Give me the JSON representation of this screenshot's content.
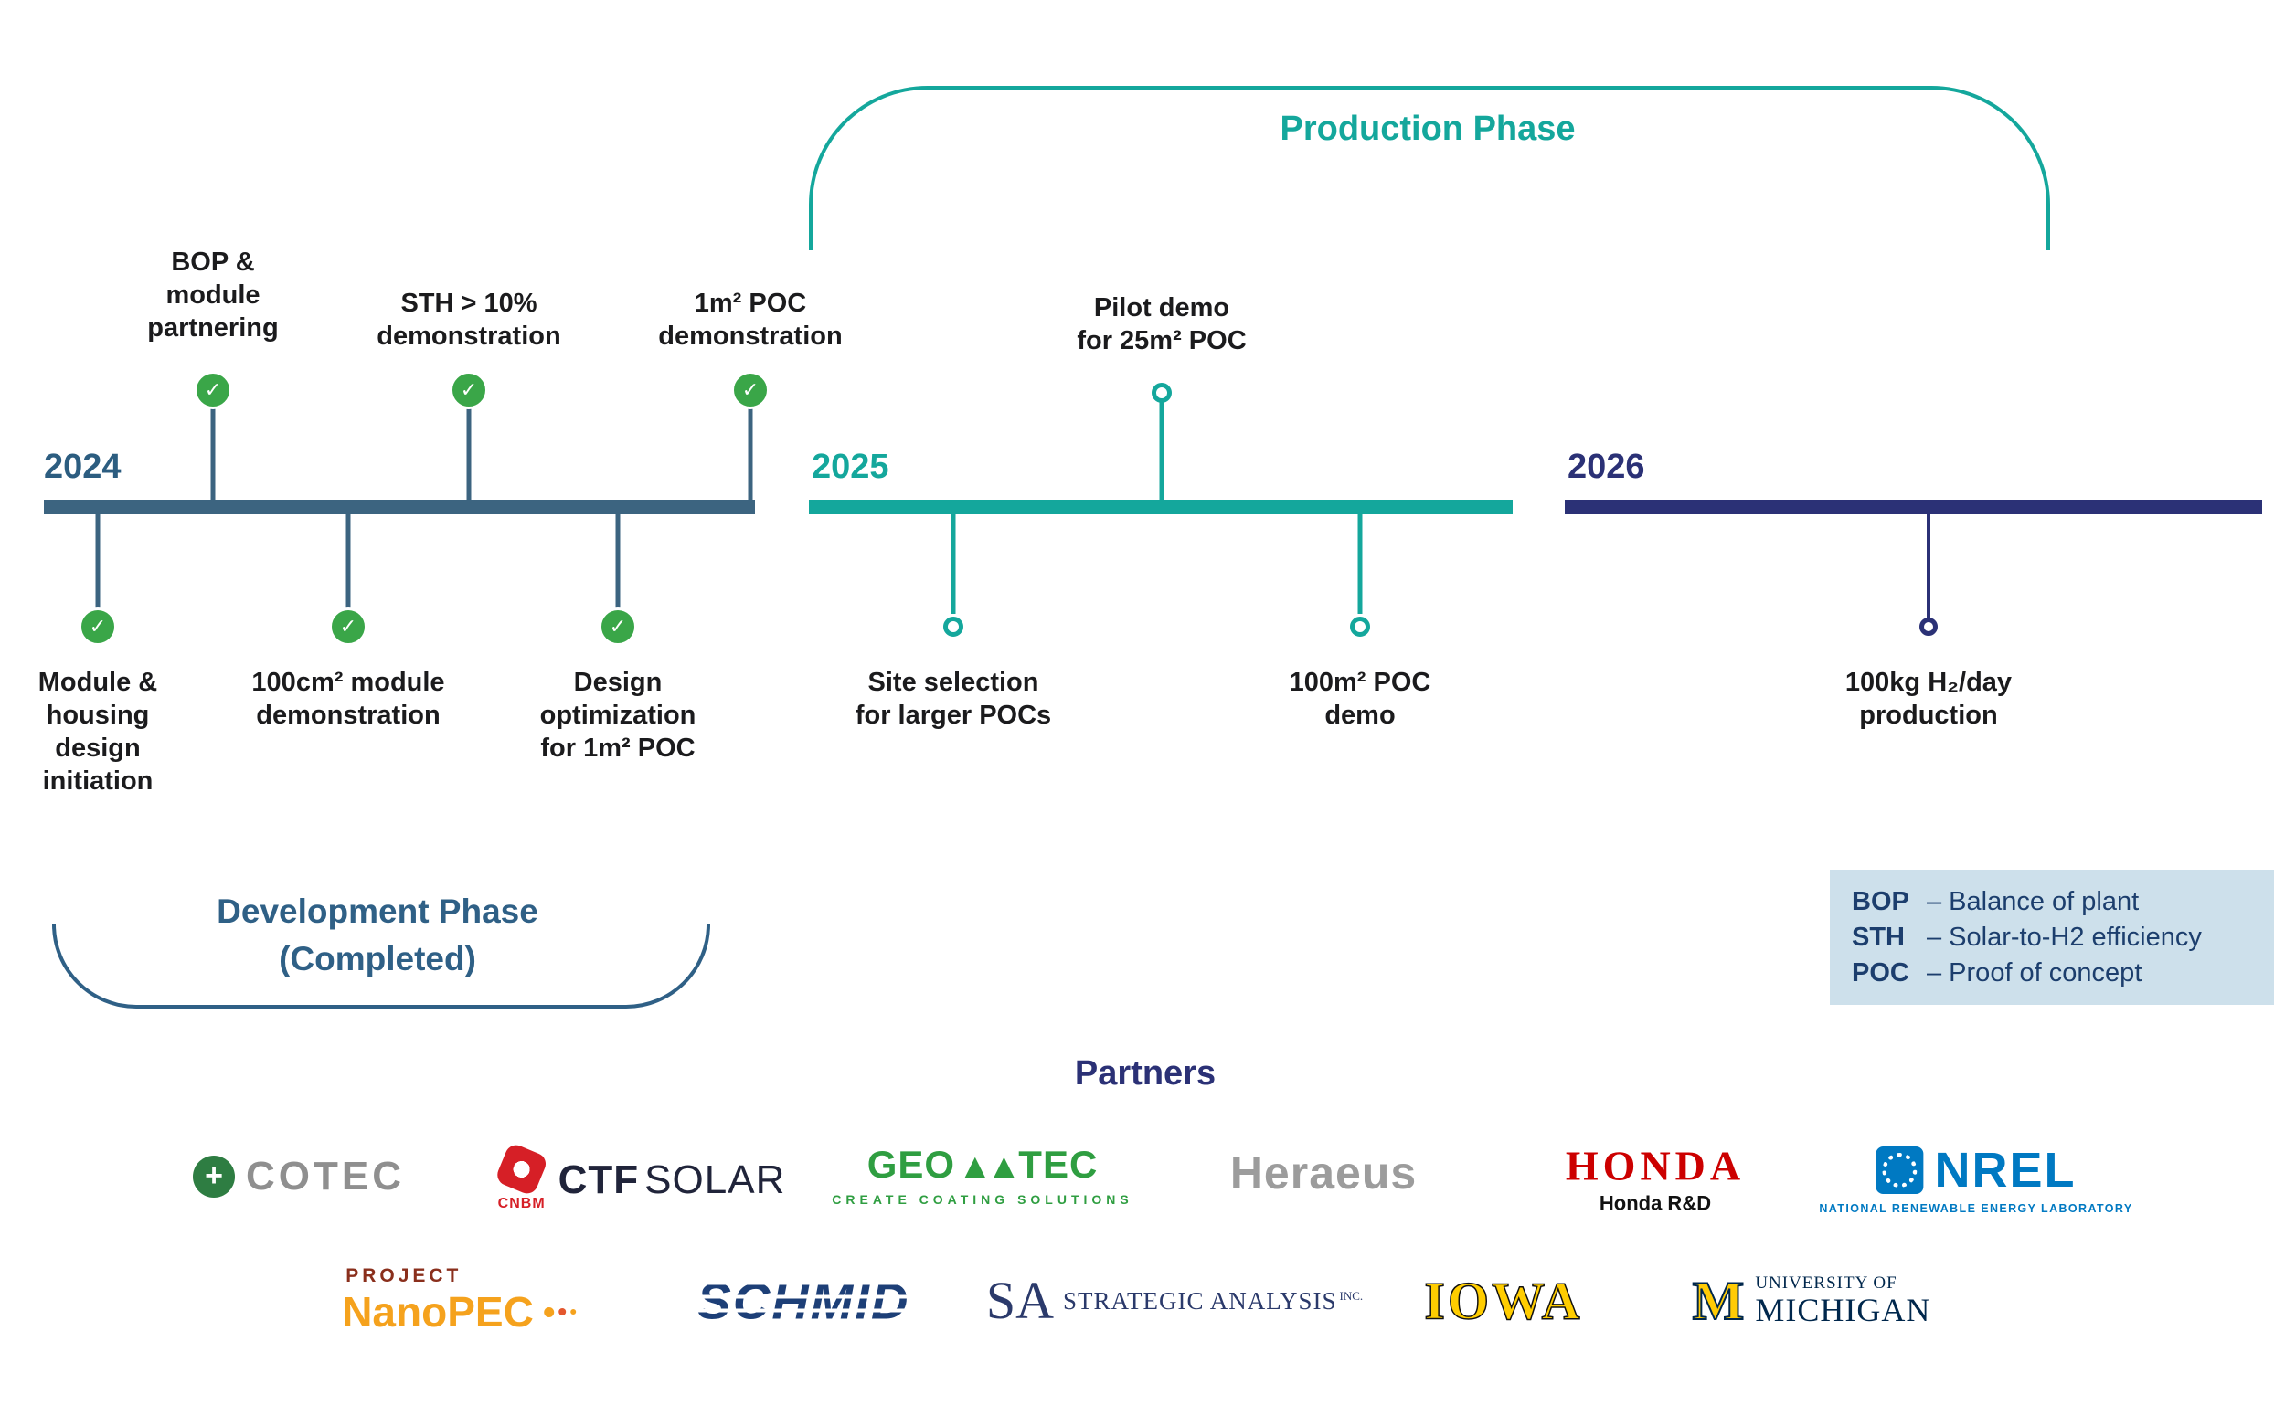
{
  "phases": {
    "production": "Production Phase",
    "development": "Development Phase\n(Completed)"
  },
  "timeline": {
    "years": [
      {
        "label": "2024",
        "color": "#3c6480"
      },
      {
        "label": "2025",
        "color": "#14a79c"
      },
      {
        "label": "2026",
        "color": "#2b3176"
      }
    ],
    "milestones": [
      {
        "id": "bop-module-partnering",
        "year": "2024",
        "position": "above",
        "status": "completed",
        "text": "BOP &\nmodule\npartnering"
      },
      {
        "id": "sth-10-demonstration",
        "year": "2024",
        "position": "above",
        "status": "completed",
        "text": "STH > 10%\ndemonstration"
      },
      {
        "id": "1m2-poc-demonstration",
        "year": "2024",
        "position": "above",
        "status": "completed",
        "text": "1m² POC\ndemonstration"
      },
      {
        "id": "module-housing-design-initiation",
        "year": "2024",
        "position": "below",
        "status": "completed",
        "text": "Module &\nhousing\ndesign\ninitiation"
      },
      {
        "id": "100cm2-module-demonstration",
        "year": "2024",
        "position": "below",
        "status": "completed",
        "text": "100cm² module\ndemonstration"
      },
      {
        "id": "design-optimization-1m2-poc",
        "year": "2024",
        "position": "below",
        "status": "completed",
        "text": "Design\noptimization\nfor 1m² POC"
      },
      {
        "id": "pilot-demo-25m2-poc",
        "year": "2025",
        "position": "above",
        "status": "planned",
        "text": "Pilot demo\nfor 25m² POC"
      },
      {
        "id": "site-selection-larger-pocs",
        "year": "2025",
        "position": "below",
        "status": "planned",
        "text": "Site selection\nfor larger POCs"
      },
      {
        "id": "100m2-poc-demo",
        "year": "2025",
        "position": "below",
        "status": "planned",
        "text": "100m² POC\ndemo"
      },
      {
        "id": "100kg-h2-day-production",
        "year": "2026",
        "position": "below",
        "status": "planned",
        "text": "100kg H₂/day\nproduction"
      }
    ]
  },
  "legend": {
    "items": [
      {
        "abbr": "BOP",
        "def": "–  Balance of plant"
      },
      {
        "abbr": "STH",
        "def": "–  Solar-to-H2 efficiency"
      },
      {
        "abbr": "POC",
        "def": "–  Proof of concept"
      }
    ]
  },
  "partners": {
    "heading": "Partners",
    "logos": {
      "cotec": {
        "text": "COTEC"
      },
      "ctf_solar": {
        "bold": "CTF",
        "light": "SOLAR",
        "sub": "CNBM"
      },
      "geomatec": {
        "p1": "GEO",
        "p2": "▲▲",
        "p3": "TEC",
        "tagline": "CREATE COATING SOLUTIONS"
      },
      "heraeus": {
        "text": "Heraeus"
      },
      "honda": {
        "text": "HONDA",
        "sub": "Honda R&D"
      },
      "nrel": {
        "text": "NREL",
        "tagline": "NATIONAL RENEWABLE ENERGY LABORATORY"
      },
      "nanopec": {
        "pre": "PROJECT",
        "text": "NanoPEC"
      },
      "schmid": {
        "text": "SCHMID"
      },
      "strategic_analysis": {
        "initials": "SA",
        "text": "STRATEGIC ANALYSIS",
        "suffix": "INC."
      },
      "iowa": {
        "text": "IOWA"
      },
      "michigan": {
        "m": "M",
        "line1": "UNIVERSITY OF",
        "line2": "MICHIGAN"
      }
    }
  },
  "icons": {
    "check": "✓",
    "plus": "+"
  },
  "colors": {
    "teal": "#14a79c",
    "slate": "#3c6480",
    "navy": "#2b3176",
    "green_check": "#3aa648",
    "dev_phase": "#2f6086",
    "legend_bg": "#cde0eb"
  }
}
